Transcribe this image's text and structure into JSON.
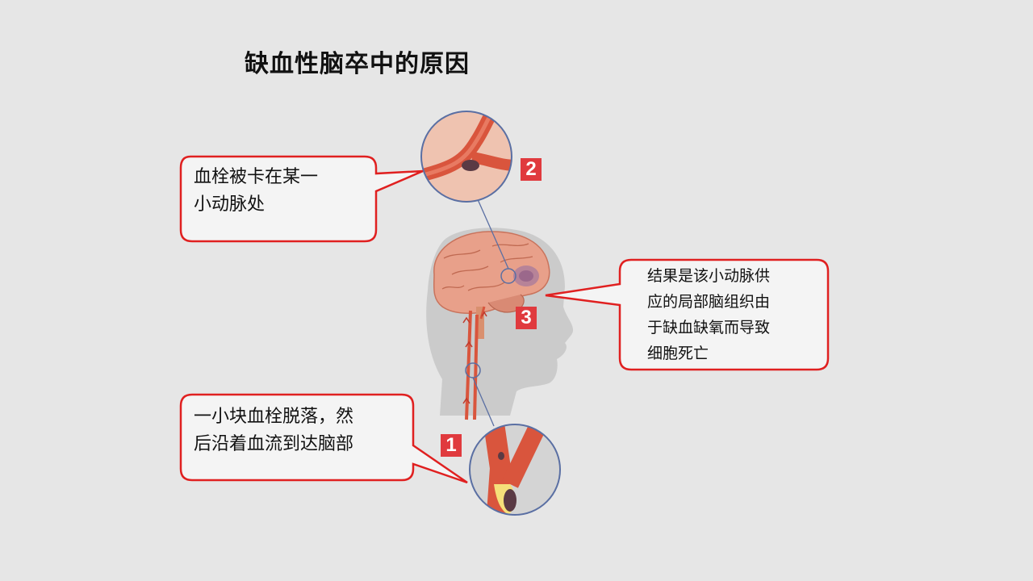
{
  "title": "缺血性脑卒中的原因",
  "callouts": {
    "one": {
      "line1": "一小块血栓脱落，然",
      "line2": "后沿着血流到达脑部"
    },
    "two": {
      "line1": "血栓被卡在某一",
      "line2": "小动脉处"
    },
    "three": {
      "line1": "结果是该小动脉供",
      "line2": "应的局部脑组织由",
      "line3": "于缺血缺氧而导致",
      "line4": "细胞死亡"
    }
  },
  "badges": {
    "one": "1",
    "two": "2",
    "three": "3"
  },
  "colors": {
    "background": "#e6e6e6",
    "callout_border": "#e02020",
    "badge": "#e03a3e",
    "artery": "#d9553d",
    "brain": "#e8a08a",
    "head_silhouette": "#c8c8c8"
  },
  "icons": [
    "brain-illustration",
    "head-silhouette",
    "artery-branch-zoom",
    "carotid-clot-zoom"
  ]
}
